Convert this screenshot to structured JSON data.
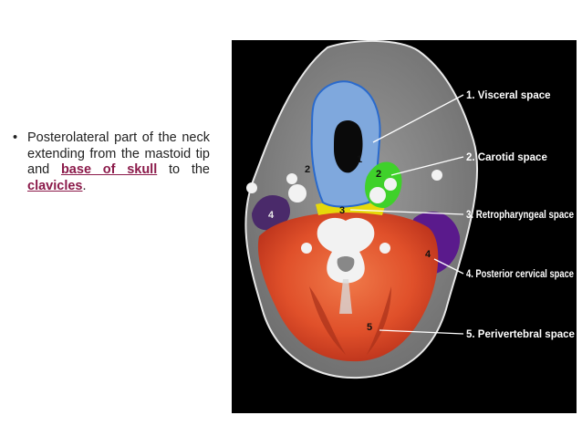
{
  "text": {
    "bullet_glyph": "•",
    "part_1": "Posterolateral part of the neck extending from the mastoid tip and ",
    "keyword_1": "base of skull",
    "part_2": " to the ",
    "keyword_2": "clavicles",
    "part_3": "."
  },
  "figure": {
    "numbers": [
      "1",
      "2",
      "2",
      "3",
      "4",
      "4",
      "5"
    ],
    "labels": [
      "1. Visceral space",
      "2. Carotid space",
      "3. Retropharyngeal space",
      "4. Posterior cervical space",
      "5. Perivertebral space"
    ]
  },
  "colors": {
    "keyword": "#8b1a4a",
    "visceral": "#7fa8dd",
    "carotid": "#3fd12a",
    "retropharyngeal": "#e6d90a",
    "posterior_cervical": "#5a1a8c",
    "perivertebral": "#e0502a"
  }
}
